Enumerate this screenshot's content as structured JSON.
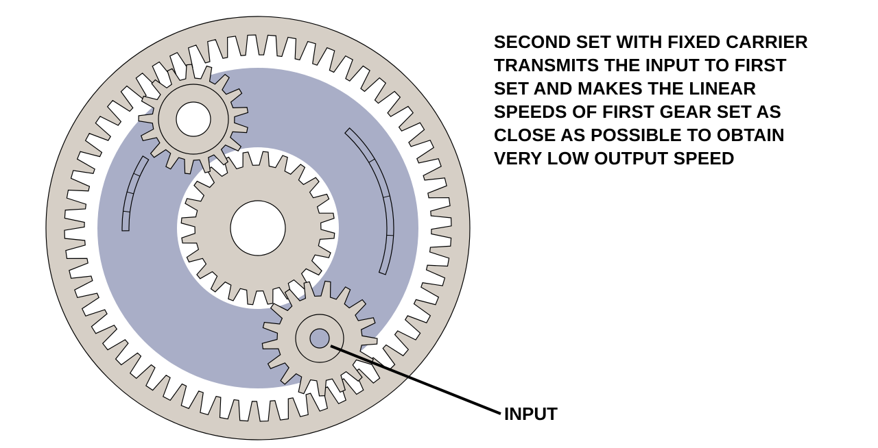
{
  "description_lines": [
    "SECOND SET WITH FIXED CARRIER",
    "TRANSMITS THE INPUT TO FIRST",
    "SET AND MAKES THE LINEAR",
    "SPEEDS OF FIRST GEAR SET AS",
    "CLOSE AS POSSIBLE TO OBTAIN",
    "VERY LOW OUTPUT SPEED"
  ],
  "input_label": "INPUT",
  "colors": {
    "gear_fill": "#d6cfc6",
    "carrier_fill": "#a9aec7",
    "outline": "#000000",
    "background": "#ffffff"
  }
}
